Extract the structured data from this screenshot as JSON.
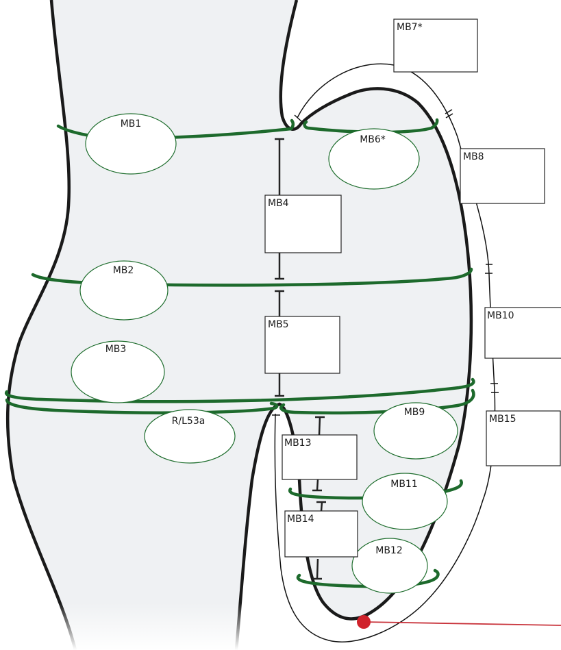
{
  "colors": {
    "body_fill": "#eff1f3",
    "outline": "#1a1a1a",
    "band": "#1d6a2c",
    "ellipse_stroke": "#1f6e2e",
    "marker": "#d0222b",
    "marker_line": "#c8323a"
  },
  "labels": {
    "mb1": "MB1",
    "mb2": "MB2",
    "mb3": "MB3",
    "rl53a": "R/L53a",
    "mb4": "MB4",
    "mb5": "MB5",
    "mb6": "MB6*",
    "mb7": "MB7*",
    "mb8": "MB8",
    "mb9": "MB9",
    "mb10": "MB10",
    "mb11": "MB11",
    "mb12": "MB12",
    "mb13": "MB13",
    "mb14": "MB14",
    "mb15": "MB15"
  }
}
